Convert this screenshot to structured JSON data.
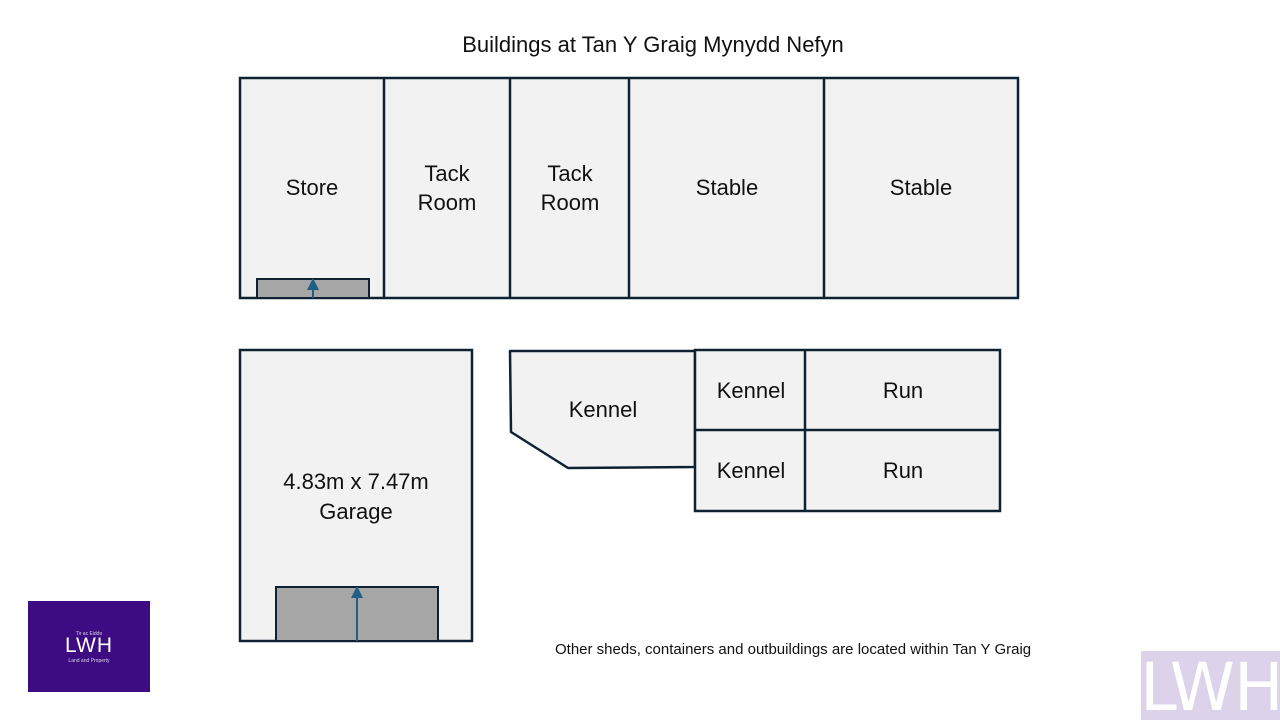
{
  "title": "Buildings at Tan Y Graig Mynydd Nefyn",
  "rooms": {
    "store": "Store",
    "tack_room_1": [
      "Tack",
      "Room"
    ],
    "tack_room_2": [
      "Tack",
      "Room"
    ],
    "stable_1": "Stable",
    "stable_2": "Stable",
    "garage": [
      "4.83m x 7.47m",
      "Garage"
    ],
    "kennel_large": "Kennel",
    "kennel_top": "Kennel",
    "kennel_bottom": "Kennel",
    "run_top": "Run",
    "run_bottom": "Run"
  },
  "note": "Other sheds, containers and outbuildings are located within Tan Y Graig",
  "logo": {
    "top_text": "Tir ac Eiddo",
    "mark": "LWH",
    "bottom_text": "Land and Property",
    "color": "#3d0b82"
  },
  "watermark": {
    "mark": "LWH",
    "color": "#dcd3ea"
  },
  "colors": {
    "wall": "#0e2233",
    "floor": "#f2f2f2",
    "door": "#a6a6a6",
    "door_arrow": "#1f5f86"
  }
}
